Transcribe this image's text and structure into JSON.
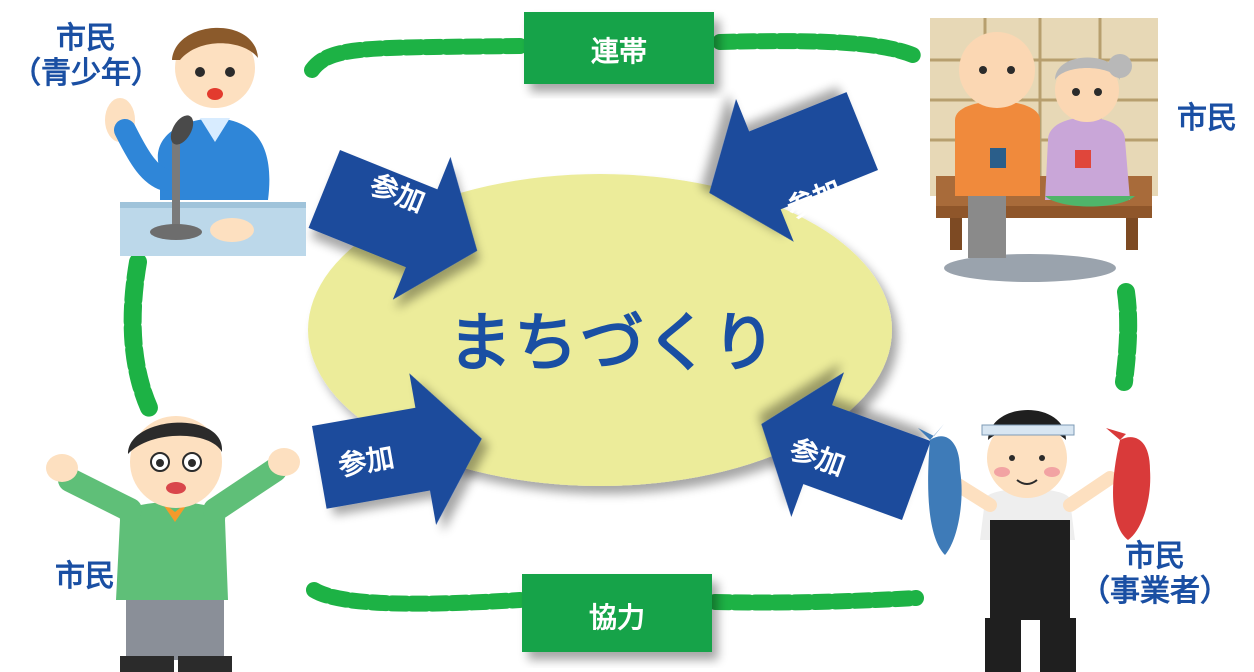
{
  "center": {
    "title": "まちづくり"
  },
  "banners": {
    "top": "連帯",
    "bottom": "協力"
  },
  "arrows": {
    "label": "参加"
  },
  "people": {
    "top_left": {
      "line1": "市民",
      "line2": "（青少年）"
    },
    "top_right": {
      "line1": "市民"
    },
    "bottom_left": {
      "line1": "市民"
    },
    "bottom_right": {
      "line1": "市民",
      "line2": "（事業者）"
    }
  },
  "colors": {
    "ellipse": "#ecec9a",
    "arrow": "#1f4c9c",
    "banner": "#16a34a",
    "chain": "#1db245",
    "text": "#1a4fa3"
  }
}
